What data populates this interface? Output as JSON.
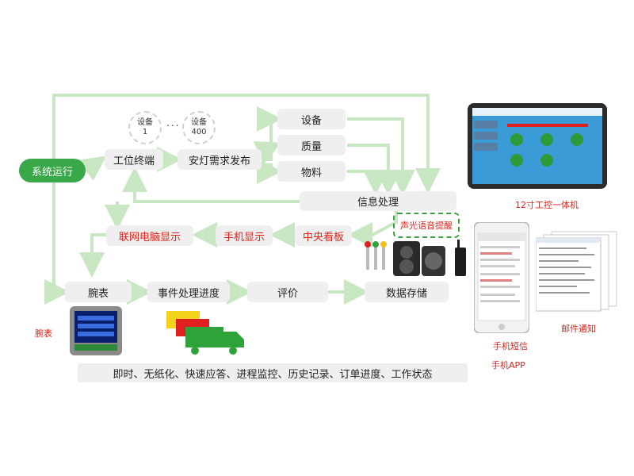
{
  "nodes": {
    "system_run": "系统运行",
    "workstation": "工位终端",
    "andon_publish": "安灯需求发布",
    "equipment": "设备",
    "quality": "质量",
    "material": "物料",
    "info_processing": "信息处理",
    "pc_display": "联网电脑显示",
    "phone_display": "手机显示",
    "central_board": "中央看板",
    "sound_light": "声光语音提醒",
    "wristband": "腕表",
    "event_progress": "事件处理进度",
    "evaluation": "评价",
    "data_storage": "数据存储"
  },
  "devices": {
    "device1_label": "设备",
    "device1_num": "1",
    "ellipsis": "...",
    "device400_label": "设备",
    "device400_num": "400"
  },
  "captions": {
    "panel_pc": "12寸工控一体机",
    "wristband": "腕表",
    "sms": "手机短信",
    "app": "手机APP",
    "email": "邮件通知"
  },
  "footer": "即时、无纸化、快速应答、进程监控、历史记录、订单进度、工作状态",
  "colors": {
    "arrow": "#c9e6c3",
    "start_green": "#39a849",
    "alert_red": "#e0221a",
    "node_gray": "#efefef"
  }
}
